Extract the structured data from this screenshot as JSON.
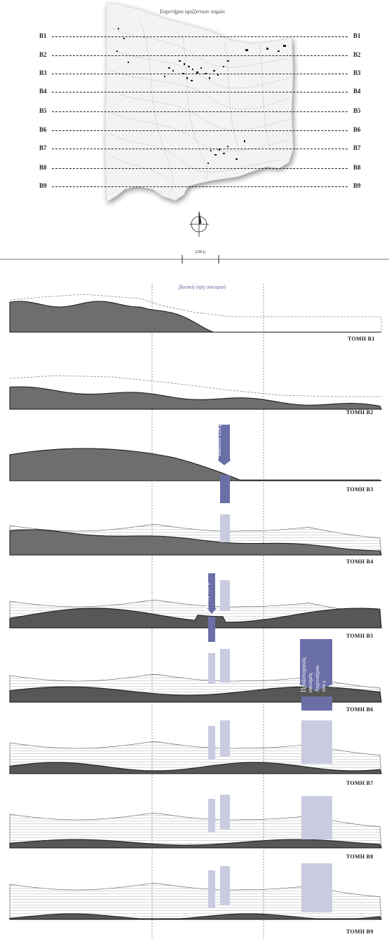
{
  "map": {
    "title": "Ευρετήριο οριζόντιων τομών",
    "section_lines": [
      {
        "label": "B1"
      },
      {
        "label": "B2"
      },
      {
        "label": "B3"
      },
      {
        "label": "B4"
      },
      {
        "label": "B5"
      },
      {
        "label": "B6"
      },
      {
        "label": "B7"
      },
      {
        "label": "B8"
      },
      {
        "label": "B9"
      }
    ],
    "scale_label": "2,00 μ"
  },
  "sections": {
    "zone_label": "βασική όψη οικισμού",
    "items": [
      {
        "label": "ΤΟΜΗ Β1"
      },
      {
        "label": "ΤΟΜΗ Β2"
      },
      {
        "label": "ΤΟΜΗ Β3"
      },
      {
        "label": "ΤΟΜΗ Β4"
      },
      {
        "label": "ΤΟΜΗ Β5"
      },
      {
        "label": "ΤΟΜΗ Β6"
      },
      {
        "label": "ΤΟΜΗ Β7"
      },
      {
        "label": "ΤΟΜΗ Β8"
      },
      {
        "label": "ΤΟΜΗ Β9"
      }
    ],
    "landmarks": {
      "kastelli": "Καστέλι 124 μ",
      "mylos": "Μύλος 109 μ",
      "prostorikos": "Προϊστορικός",
      "prostorikos2": "οικισμός",
      "prostorikos3": "Λυριτσέρου",
      "prostorikos4": "3600 μ"
    }
  },
  "colors": {
    "accent": "#6a6fa8",
    "terrain_dark": "#3a3a3a",
    "terrain_mid": "#7a7a7a",
    "ghost_bar": "#c9cbe0"
  }
}
